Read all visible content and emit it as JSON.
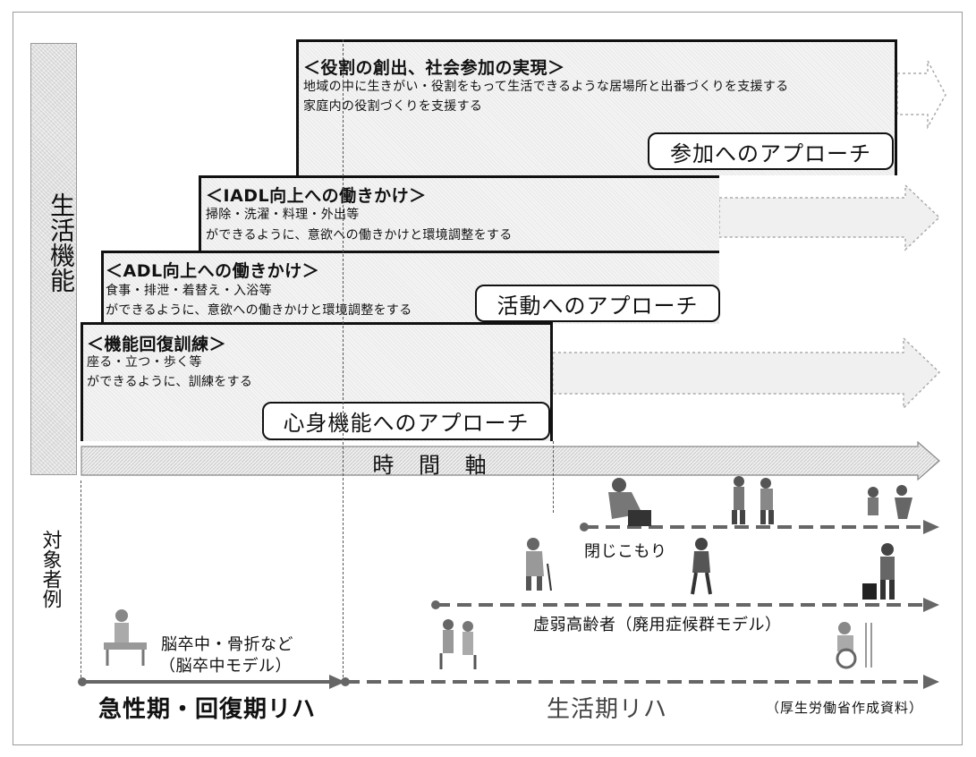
{
  "y_axis_label": "生活機能",
  "time_axis_label": "時 間 軸",
  "target_label": "対象者例",
  "blocks": {
    "participation": {
      "title": "＜役割の創出、社会参加の実現＞",
      "line1": "地域の中に生きがい・役割をもって生活できるような居場所と出番づくりを支援する",
      "line2": "家庭内の役割づくりを支援する",
      "approach": "参加へのアプローチ"
    },
    "iadl": {
      "title": "＜IADL向上への働きかけ＞",
      "line1": "掃除・洗濯・料理・外出等",
      "line2": "ができるように、意欲への働きかけと環境調整をする"
    },
    "adl": {
      "title": "＜ADL向上への働きかけ＞",
      "line1": "食事・排泄・着替え・入浴等",
      "line2": "ができるように、意欲への働きかけと環境調整をする",
      "approach": "活動へのアプローチ"
    },
    "function": {
      "title": "＜機能回復訓練＞",
      "line1": "座る・立つ・歩く等",
      "line2": "ができるように、訓練をする",
      "approach": "心身機能へのアプローチ"
    }
  },
  "targets": {
    "withdrawn": "閉じこもり",
    "frail": "虚弱高齢者（廃用症候群モデル）",
    "stroke_line1": "脳卒中・骨折など",
    "stroke_line2": "（脳卒中モデル）"
  },
  "phases": {
    "acute": "急性期・回復期リハ",
    "living": "生活期リハ"
  },
  "source": "（厚生労働省作成資料）",
  "icons": [
    "person-sitting-icon",
    "people-group-icon",
    "person-gardening-icon",
    "elderly-cane-icon",
    "person-walking-icon",
    "person-lifting-icon",
    "rehab-assist-icon",
    "wheelchair-icon",
    "patient-bed-icon"
  ]
}
